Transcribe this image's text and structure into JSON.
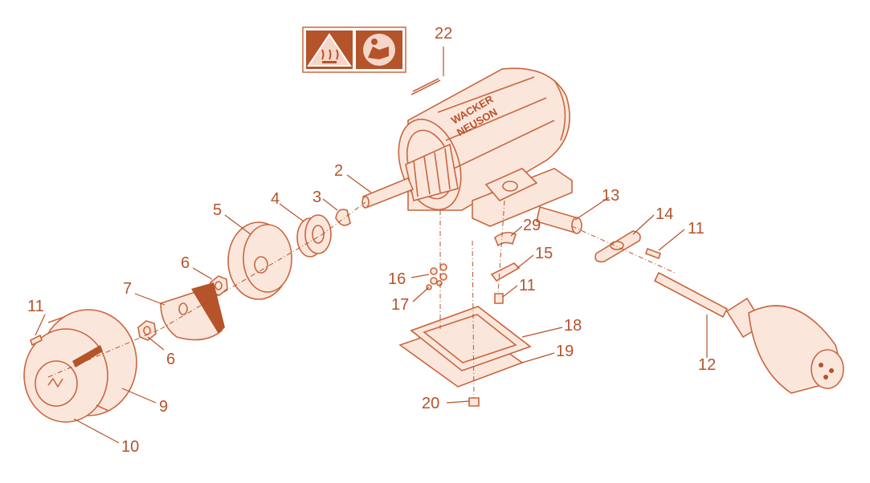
{
  "diagram": {
    "accent_color": "#b5532b",
    "fill_color": "#fbe6dc",
    "line_color": "#c8673f"
  },
  "warning_label": {
    "icons": [
      "hot-surface-warning-icon",
      "read-manual-icon"
    ]
  },
  "brand": {
    "housing_text_line1": "WACKER",
    "housing_text_line2": "NEUSON"
  },
  "labels": {
    "p22": "22",
    "p2": "2",
    "p3": "3",
    "p4": "4",
    "p5": "5",
    "p6a": "6",
    "p6b": "6",
    "p7": "7",
    "p11a": "11",
    "p11b": "11",
    "p11c": "11",
    "p9": "9",
    "p10": "10",
    "p13": "13",
    "p14": "14",
    "p12": "12",
    "p29": "29",
    "p15": "15",
    "p16": "16",
    "p17": "17",
    "p18": "18",
    "p19": "19",
    "p20": "20"
  }
}
